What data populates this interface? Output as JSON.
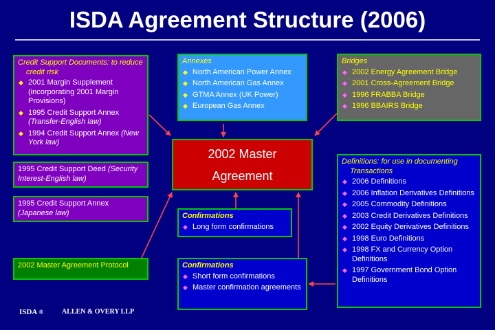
{
  "title": "ISDA Agreement Structure (2006)",
  "colors": {
    "background": "#000080",
    "connector": "#ff4444",
    "border": "#00cc00",
    "master": "#cc0000",
    "purple": "#8000c0",
    "light_blue": "#3399ff",
    "grey": "#666666",
    "dark_blue": "#0000cc",
    "green": "#008000"
  },
  "master": {
    "line1": "2002 Master",
    "line2": "Agreement"
  },
  "credit_support": {
    "heading": "Credit Support Documents: to reduce credit risk",
    "items": [
      {
        "text": "2001 Margin Supplement (incorporating 2001 Margin Provisions)",
        "note": ""
      },
      {
        "text": "1995 Credit Support Annex ",
        "note": "(Transfer-English law)"
      },
      {
        "text": "1994 Credit Support Annex ",
        "note": "(New York law)"
      }
    ]
  },
  "deed": {
    "text": "1995 Credit Support Deed ",
    "note": "(Security Interest-English law)"
  },
  "japan_annex": {
    "text": "1995 Credit Support Annex ",
    "note": "(Japanese law)"
  },
  "protocol": {
    "text": "2002 Master Agreement Protocol"
  },
  "annexes": {
    "heading": "Annexes",
    "items": [
      "North American Power Annex",
      "North American Gas Annex",
      "GTMA Annex (UK Power)",
      "European Gas Annex"
    ]
  },
  "bridges": {
    "heading": "Bridges",
    "items": [
      "2002 Energy Agreement Bridge",
      "2001 Cross-Agreement Bridge",
      "1996 FRABBA Bridge",
      "1996 BBAIRS Bridge"
    ]
  },
  "confirmations_long": {
    "heading": "Confirmations",
    "items": [
      "Long form confirmations"
    ]
  },
  "confirmations_short": {
    "heading": "Confirmations",
    "items": [
      "Short form confirmations",
      "Master confirmation agreements"
    ]
  },
  "definitions": {
    "heading": "Definitions: for use in documenting Transactions",
    "items": [
      "2006 Definitions",
      "2006 Inflation Derivatives Definitions",
      "2005 Commodity Definitions",
      "2003 Credit Derivatives Definitions",
      "2002 Equity Derivatives Definitions",
      "1998 Euro Definitions",
      "1998 FX and Currency Option Definitions",
      "1997 Government Bond Option Definitions"
    ]
  },
  "footer": {
    "isda": "ISDA",
    "reg": "®",
    "firm": "ALLEN & OVERY LLP"
  }
}
